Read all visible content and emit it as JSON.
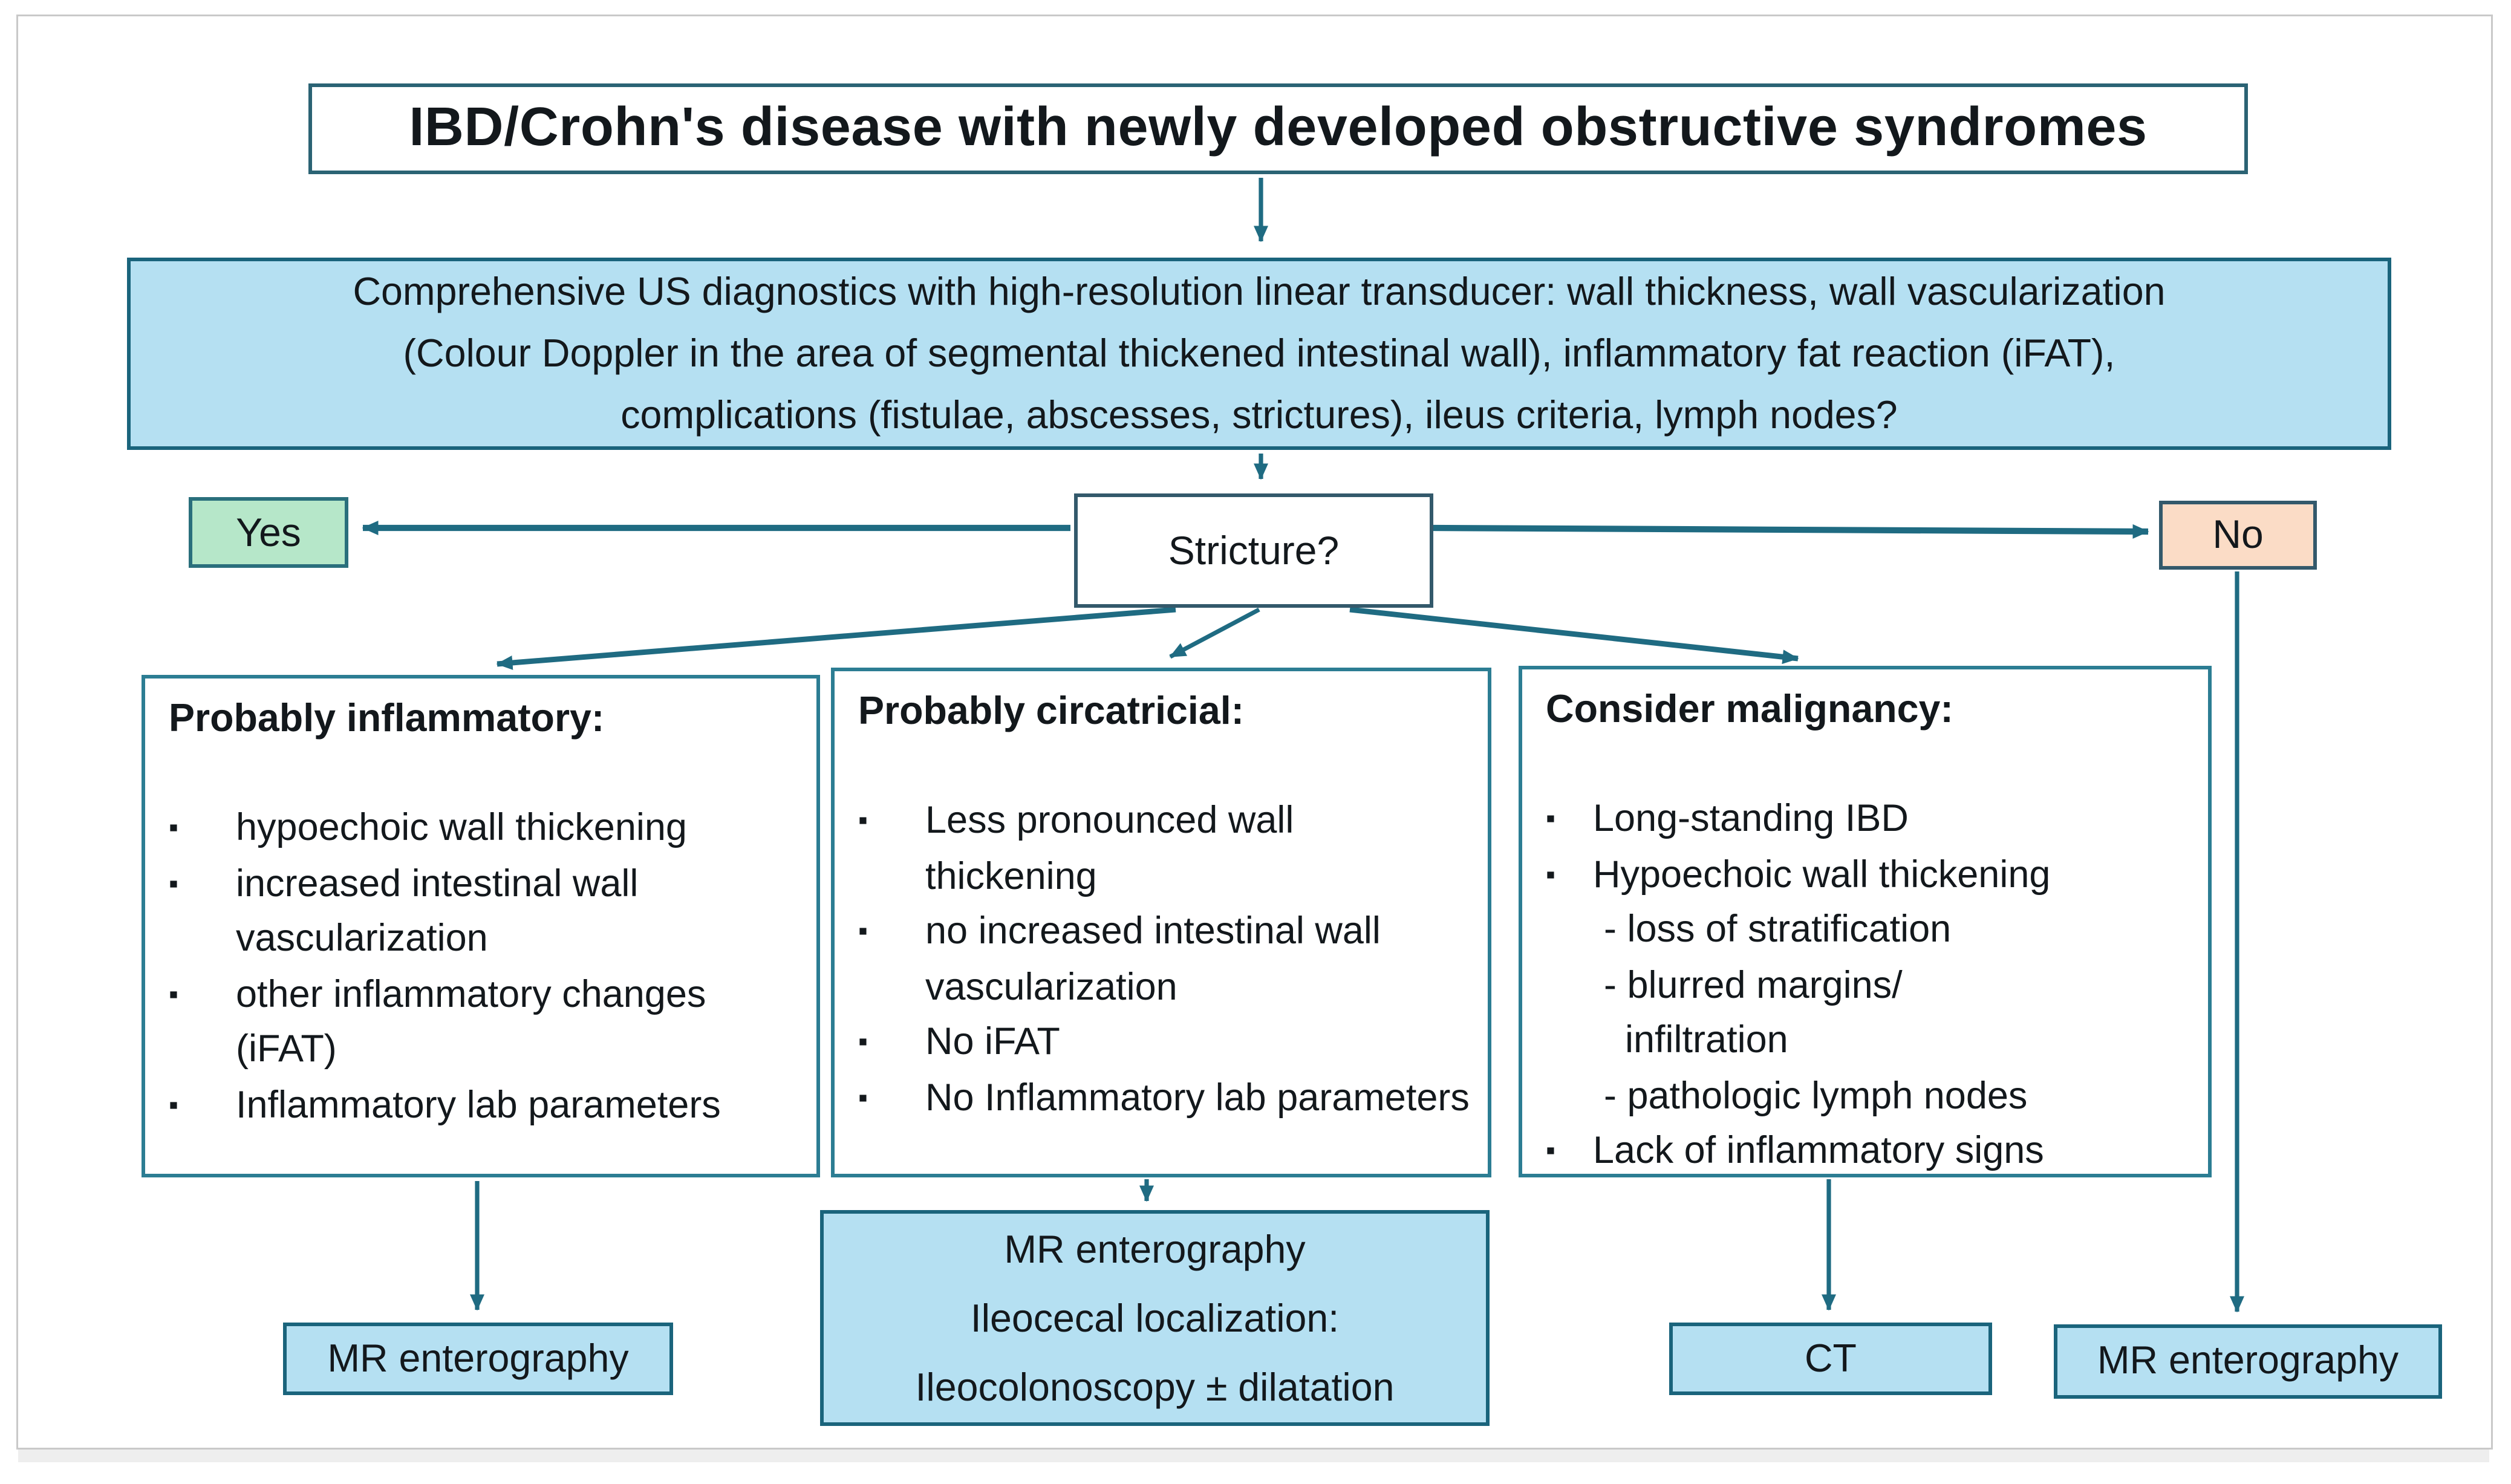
{
  "title": "IBD/Crohn's disease with newly developed obstructive syndromes",
  "us_box": {
    "lines": [
      "Comprehensive US diagnostics with high-resolution linear transducer: wall thickness, wall vascularization",
      "(Colour Doppler in the area of segmental thickened intestinal wall), inflammatory fat reaction (iFAT),",
      "complications (fistulae, abscesses, strictures), ileus criteria, lymph nodes?"
    ]
  },
  "decision": {
    "question": "Stricture?",
    "yes_label": "Yes",
    "no_label": "No"
  },
  "branches": [
    {
      "header": "Probably inflammatory:",
      "bullets": [
        "hypoechoic wall thickening",
        "increased intestinal wall vascularization",
        "other inflammatory changes (iFAT)",
        "Inflammatory lab parameters"
      ],
      "outcome": "MR enterography"
    },
    {
      "header": "Probably circatricial:",
      "bullets": [
        "Less pronounced wall thickening",
        "no increased intestinal wall vascularization",
        "No iFAT",
        "No Inflammatory lab parameters"
      ],
      "outcome_lines": [
        "MR enterography",
        "Ileocecal localization:",
        "Ileocolonoscopy ± dilatation"
      ]
    },
    {
      "header": "Consider malignancy:",
      "items": [
        "Long-standing IBD",
        "Hypoechoic wall thickening",
        "- loss of stratification",
        "- blurred margins/\n  infiltration",
        "- pathologic lymph nodes",
        "Lack of inflammatory signs"
      ],
      "outcome": "CT"
    }
  ],
  "no_branch": {
    "outcome": "MR enterography"
  },
  "glyphs": {
    "bullet": "▪"
  },
  "colors": {
    "light_blue_fill": "#b5e0f2",
    "mint_green_fill": "#b6e7c9",
    "peach_fill": "#fbdcc6",
    "arrow_teal": "#1f6b82",
    "column_border_teal": "#2c7d93",
    "dark_slate_border": "#33596b",
    "blue_box_border": "#1a647c"
  }
}
